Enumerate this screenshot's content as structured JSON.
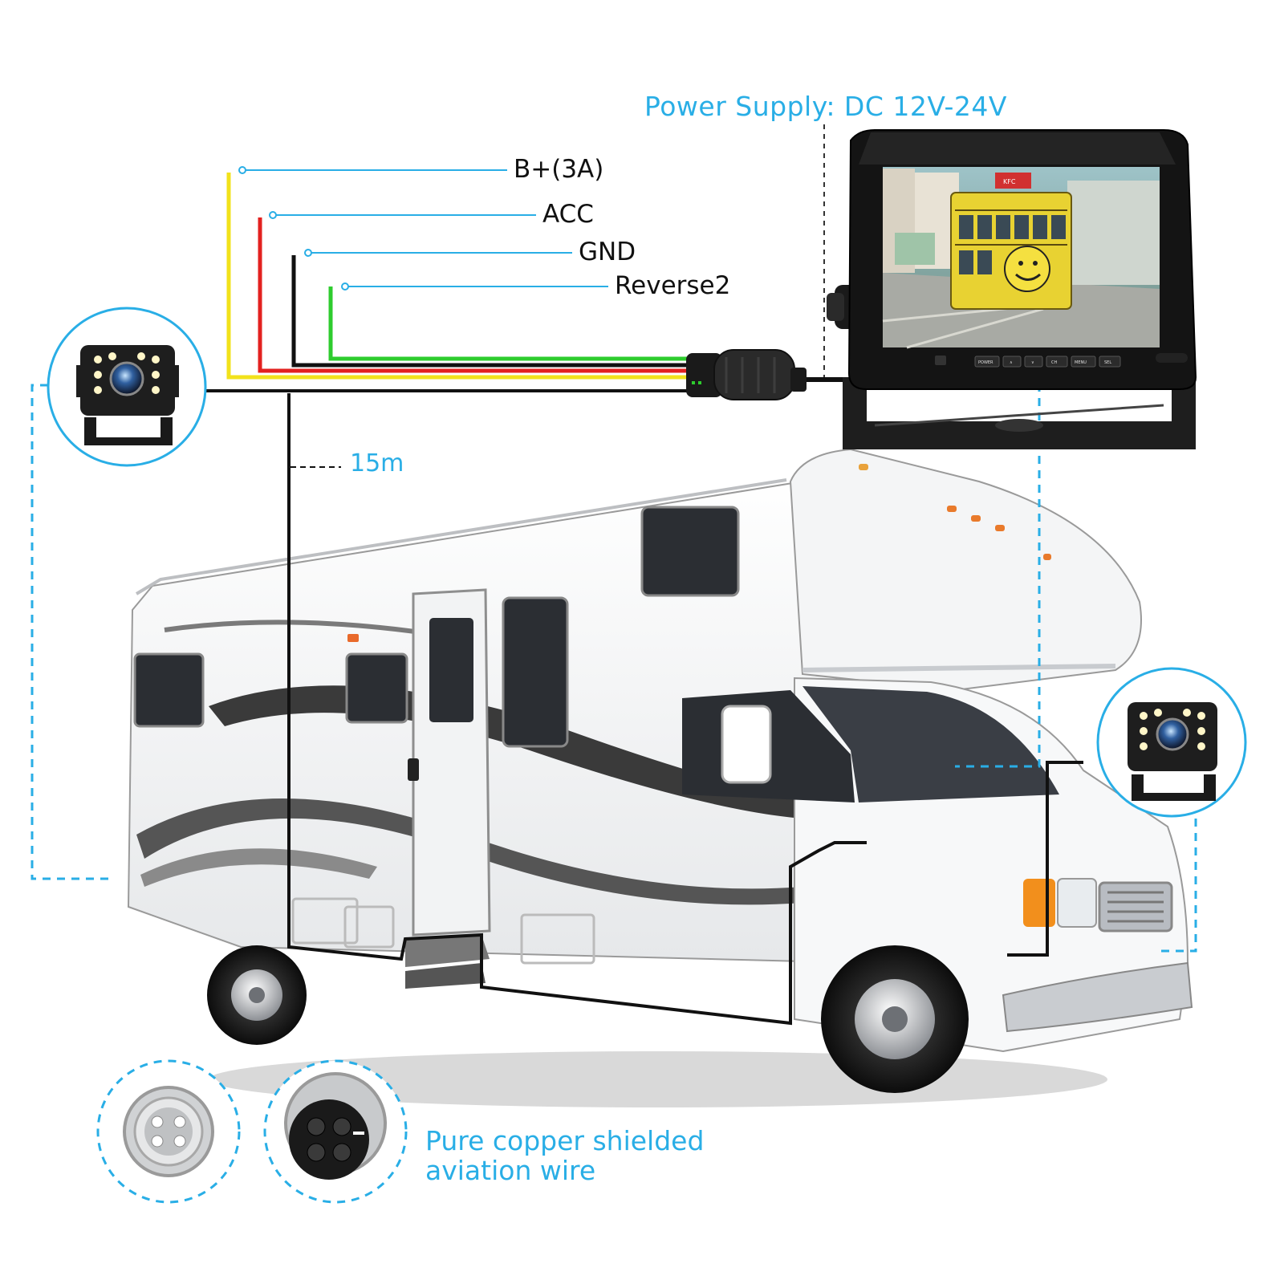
{
  "power_supply": "Power Supply: DC 12V-24V",
  "wires": [
    {
      "label": "B+(3A)",
      "color": "#f2e21b"
    },
    {
      "label": "ACC",
      "color": "#e3211f"
    },
    {
      "label": "GND",
      "color": "#111111"
    },
    {
      "label": "Reverse2",
      "color": "#2ecc2e"
    }
  ],
  "cable_length": "15m",
  "connector_note": [
    "Pure copper shielded",
    "aviation wire"
  ],
  "monitor": {
    "buttons": [
      "POWER",
      "∧",
      "∨",
      "CH",
      "MENU",
      "SEL"
    ],
    "screen_signs": [
      "KFC"
    ]
  },
  "colors": {
    "accent": "#29aee6",
    "wire_b": "#f2e21b",
    "wire_acc": "#e3211f",
    "wire_gnd": "#111111",
    "wire_rev": "#2ecc2e"
  },
  "icons": [
    "backup-camera-left-icon",
    "backup-camera-right-icon",
    "monitor-icon",
    "rv-motorhome-icon",
    "aviation-plug-male-icon",
    "aviation-plug-female-icon",
    "wire-connector-icon"
  ]
}
